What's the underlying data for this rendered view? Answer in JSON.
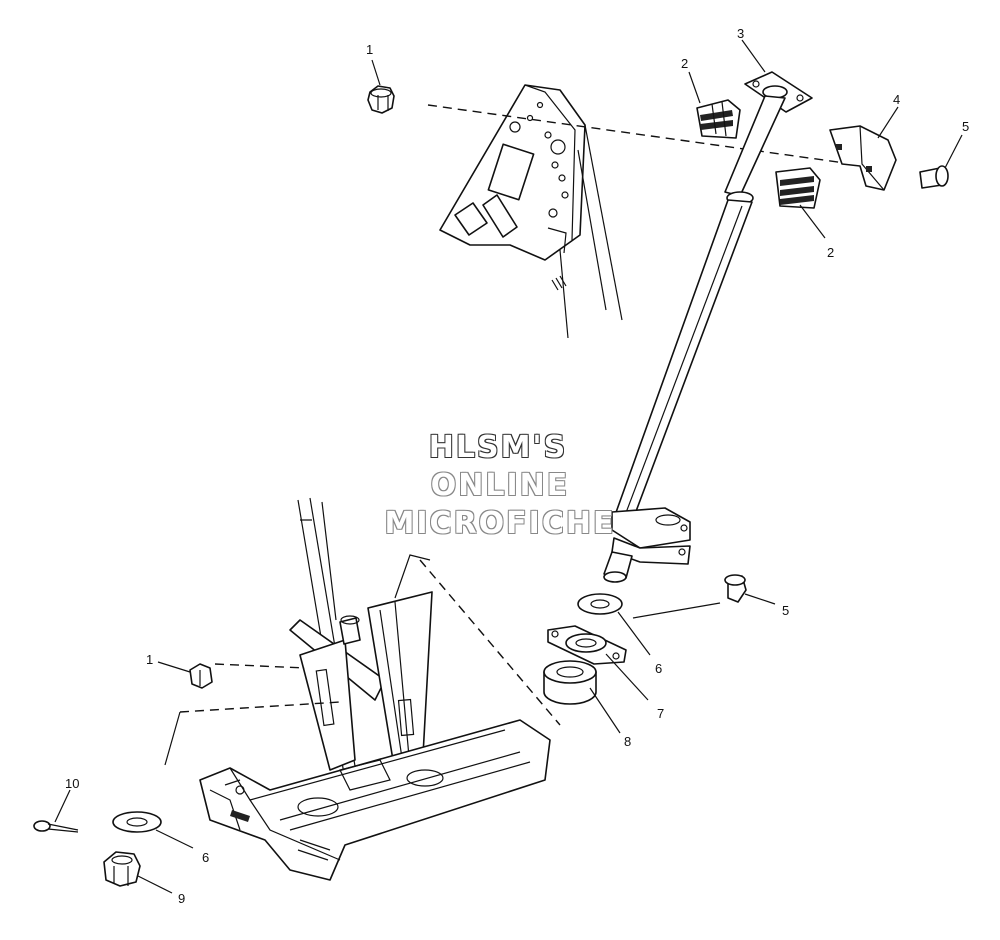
{
  "watermark": {
    "line1": "HLSM'S",
    "line2": "ONLINE",
    "line3": "MICROFICHE"
  },
  "callouts": {
    "c1_top": "1",
    "c2_top": "2",
    "c3": "3",
    "c4": "4",
    "c5_top": "5",
    "c2_mid": "2",
    "c5_mid": "5",
    "c6_mid": "6",
    "c7": "7",
    "c8": "8",
    "c1_low": "1",
    "c10": "10",
    "c6_low": "6",
    "c9": "9"
  }
}
